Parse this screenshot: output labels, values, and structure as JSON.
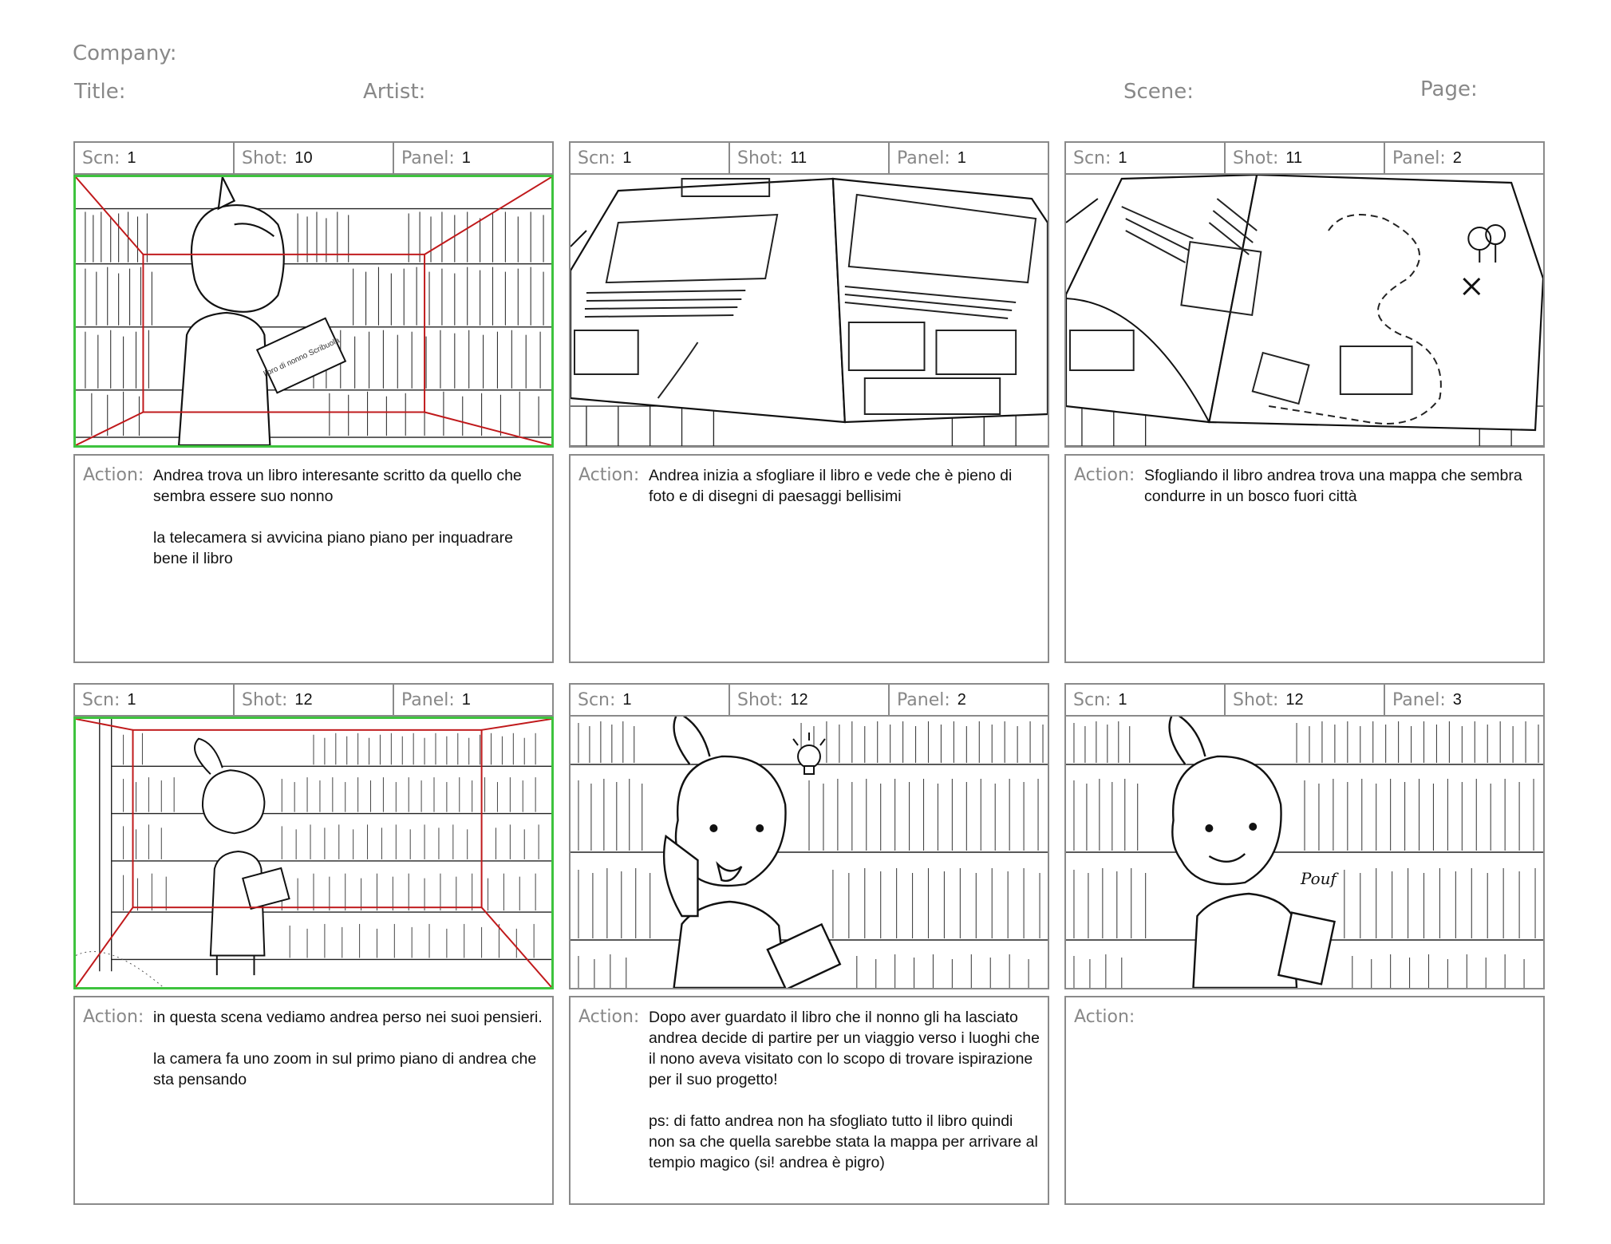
{
  "header": {
    "company_label": "Company:",
    "title_label": "Title:",
    "artist_label": "Artist:",
    "scene_label": "Scene:",
    "page_label": "Page:"
  },
  "labels": {
    "scn": "Scn:",
    "shot": "Shot:",
    "panel": "Panel:",
    "action": "Action:"
  },
  "panels": [
    {
      "scn": "1",
      "shot": "10",
      "panel": "1",
      "book_title": "libro di nonno Scribuola",
      "action": [
        "Andrea trova un libro interesante scritto da quello che sembra essere suo nonno",
        "la telecamera si avvicina piano piano per inquadrare bene il libro"
      ]
    },
    {
      "scn": "1",
      "shot": "11",
      "panel": "1",
      "action": [
        "Andrea inizia a sfogliare il libro e vede che è pieno di foto e di disegni di paesaggi bellisimi"
      ]
    },
    {
      "scn": "1",
      "shot": "11",
      "panel": "2",
      "action": [
        "Sfogliando il libro andrea trova una mappa che sembra condurre in un bosco fuori città"
      ]
    },
    {
      "scn": "1",
      "shot": "12",
      "panel": "1",
      "action": [
        "in questa scena vediamo andrea perso nei suoi pensieri.",
        "la camera fa uno zoom in sul primo piano di andrea che sta pensando"
      ]
    },
    {
      "scn": "1",
      "shot": "12",
      "panel": "2",
      "action": [
        "Dopo aver guardato il libro che il nonno gli ha lasciato andrea decide di partire per un viaggio verso i luoghi che il nono aveva visitato con lo scopo di trovare ispirazione per il suo progetto!",
        "ps: di fatto andrea non ha sfogliato tutto il libro quindi non sa che quella sarebbe stata la mappa per arrivare al tempio magico (si! andrea è pigro)"
      ]
    },
    {
      "scn": "1",
      "shot": "12",
      "panel": "3",
      "sfx": "Pouf",
      "action": []
    }
  ],
  "colors": {
    "frame_border": "#8a8a8a",
    "selected_frame": "#3ec33e",
    "camera_guide": "#c0191b",
    "label_gray": "#888888"
  }
}
